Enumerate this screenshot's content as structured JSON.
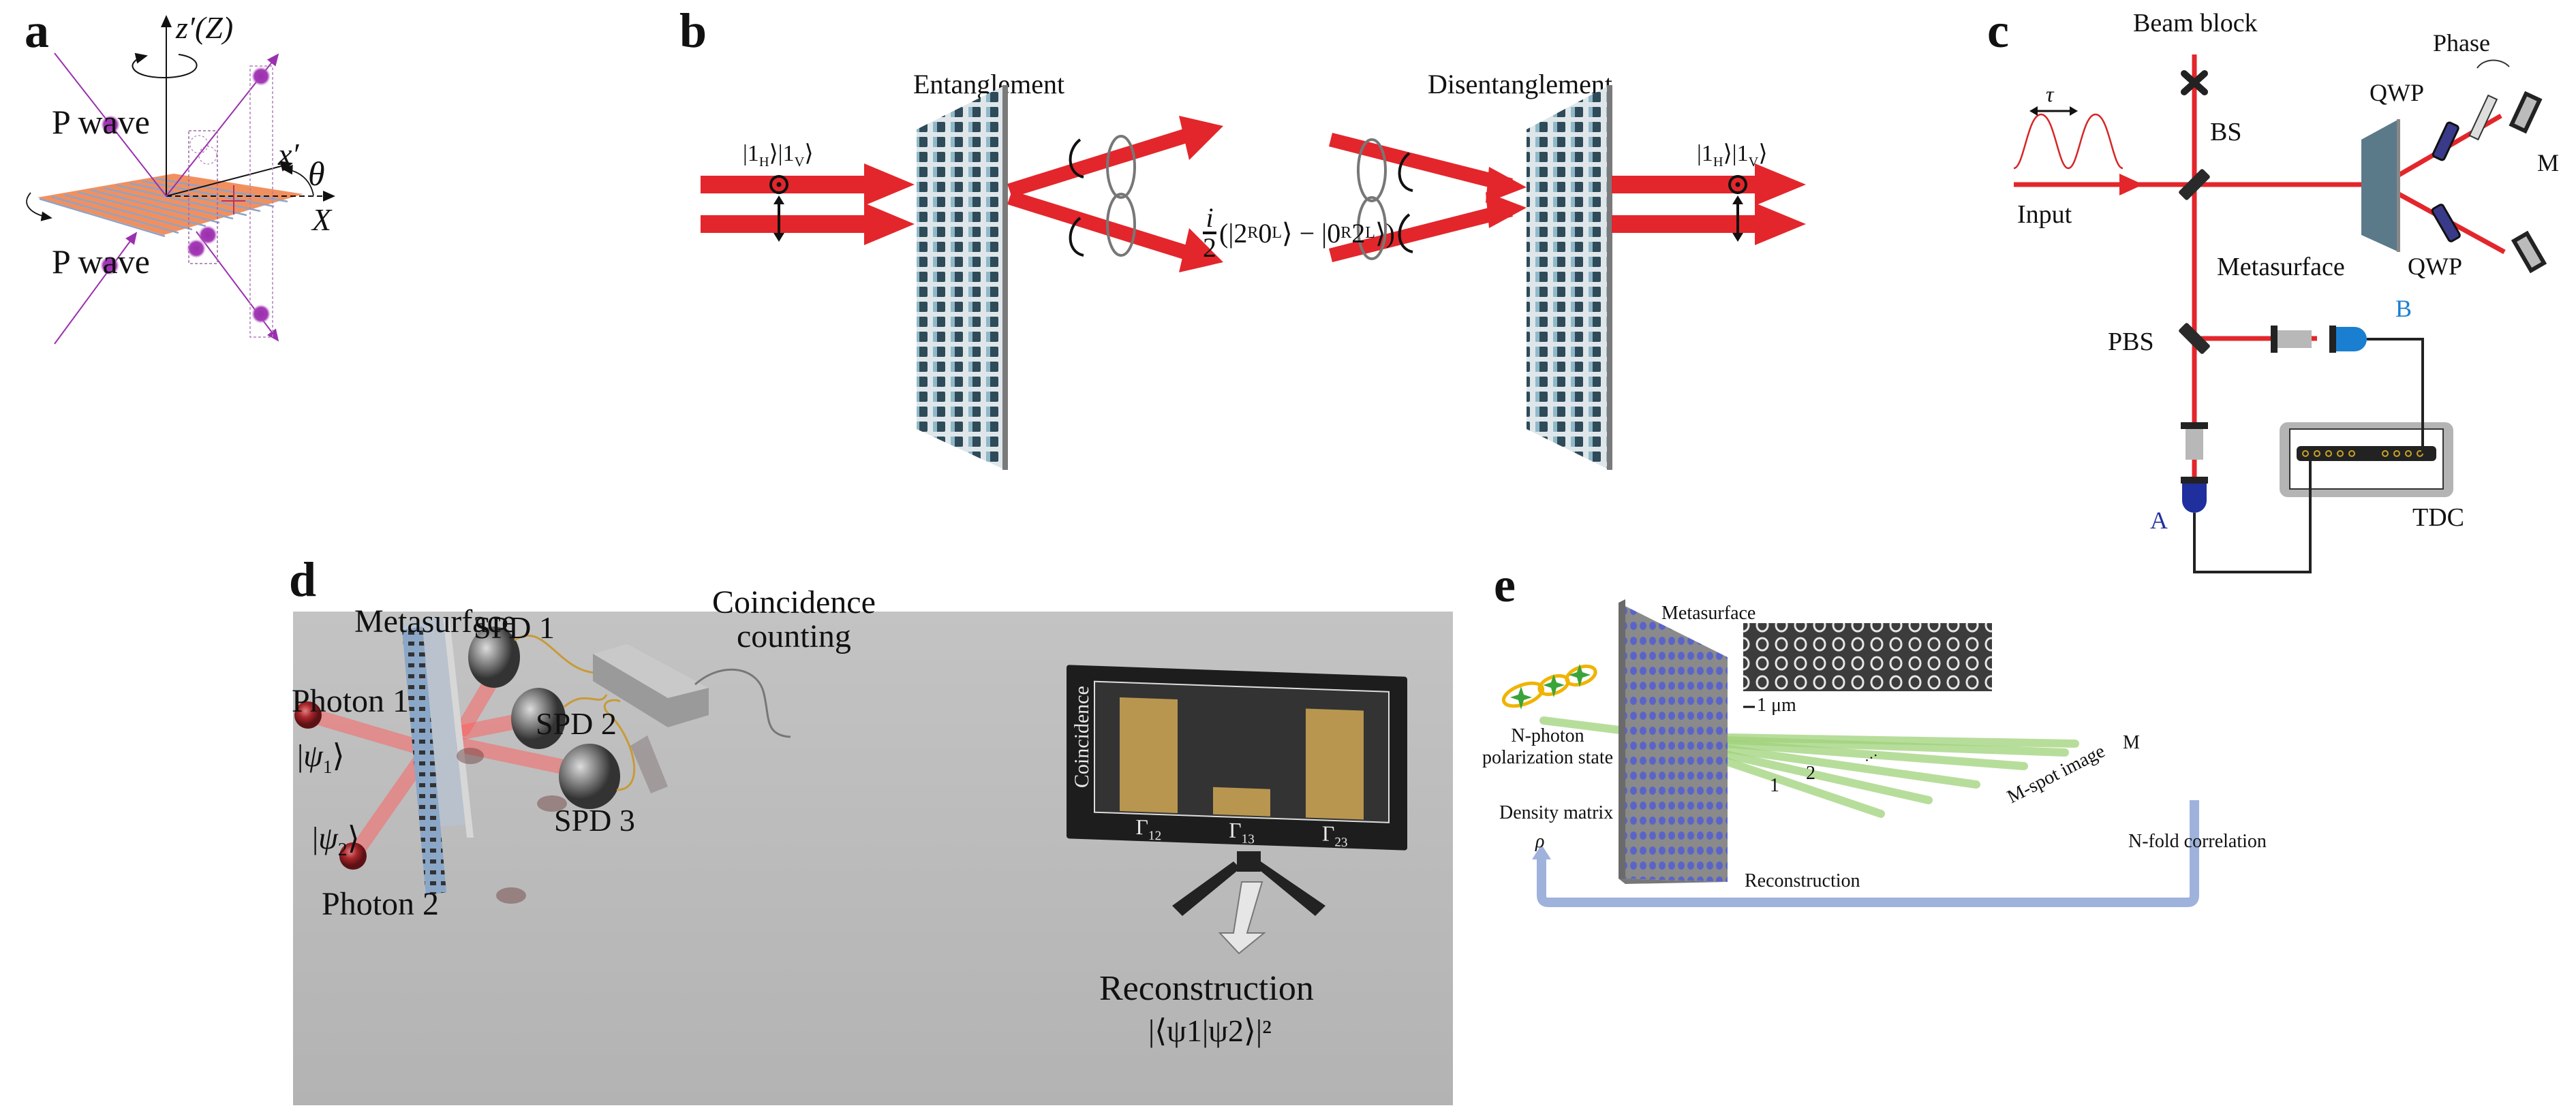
{
  "figure": {
    "panels": [
      {
        "id": "a",
        "label": "a",
        "axis_z": "z′(Z)",
        "axis_x_prime": "x′",
        "axis_X": "X",
        "angle": "θ",
        "wave_top": "P wave",
        "wave_bottom": "P wave",
        "colors": {
          "beam": "#9b2fae",
          "grating": "#f08a5d"
        }
      },
      {
        "id": "b",
        "label": "b",
        "left_title": "Entanglement",
        "right_title": "Disentanglement",
        "input_state": "|1H⟩|1V⟩",
        "input_state_parts": {
          "h_prefix": "|1",
          "h_sub": "H",
          "mid": "⟩|1",
          "v_sub": "V",
          "end": "⟩"
        },
        "output_state_parts": {
          "numerator": "i",
          "denominator": "2",
          "p1": "(|2",
          "s1": "R",
          "p2": "0",
          "s2": "L",
          "p3": "⟩ − |0",
          "s3": "R",
          "p4": "2",
          "s4": "L",
          "p5": "⟩)"
        },
        "colors": {
          "beam": "#e3262b",
          "metasurface": "#2e4a57"
        }
      },
      {
        "id": "c",
        "label": "c",
        "labels": {
          "beam_block": "Beam block",
          "phase": "Phase",
          "tau": "τ",
          "bs": "BS",
          "qwp_top": "QWP",
          "qwp_bottom": "QWP",
          "m": "M",
          "input": "Input",
          "metasurface": "Metasurface",
          "pbs": "PBS",
          "detector_b": "B",
          "detector_a": "A",
          "tdc": "TDC"
        },
        "colors": {
          "beam": "#e3262b",
          "detector_a": "#1f2f9e",
          "detector_b": "#1a7fd0"
        }
      },
      {
        "id": "d",
        "label": "d",
        "labels": {
          "metasurface": "Metasurface",
          "spd1": "SPD 1",
          "spd2": "SPD 2",
          "spd3": "SPD 3",
          "coincidence_counting_1": "Coincidence",
          "coincidence_counting_2": "counting",
          "photon1": "Photon 1",
          "photon2": "Photon 2",
          "psi1": "|ψ1⟩",
          "psi2": "|ψ2⟩",
          "reconstruction": "Reconstruction",
          "overlap": "|⟨ψ1|ψ2⟩|²"
        },
        "monitor": {
          "ylabel": "Coincidence",
          "bars": [
            {
              "label": "Γ",
              "sub": "12",
              "value": 0.92
            },
            {
              "label": "Γ",
              "sub": "13",
              "value": 0.22
            },
            {
              "label": "Γ",
              "sub": "23",
              "value": 0.88
            }
          ]
        },
        "colors": {
          "background": "#b9b9b9",
          "photon": "#a8262b",
          "bar": "#b8964f",
          "screen": "#2a2a2a"
        }
      },
      {
        "id": "e",
        "label": "e",
        "labels": {
          "metasurface": "Metasurface",
          "scale_bar": "1 μm",
          "n_photon_1": "N-photon",
          "n_photon_2": "polarization state",
          "spot_1": "1",
          "spot_2": "2",
          "spot_dots": "···",
          "spot_m": "M",
          "m_spot_image": "M-spot image",
          "density_matrix": "Density matrix",
          "rho": "ρ",
          "n_fold": "N-fold correlation",
          "reconstruction": "Reconstruction"
        },
        "colors": {
          "beam": "#9fd27a",
          "pillars": "#5a64c8",
          "loop_arrow": "#9eb2dc"
        }
      }
    ]
  }
}
